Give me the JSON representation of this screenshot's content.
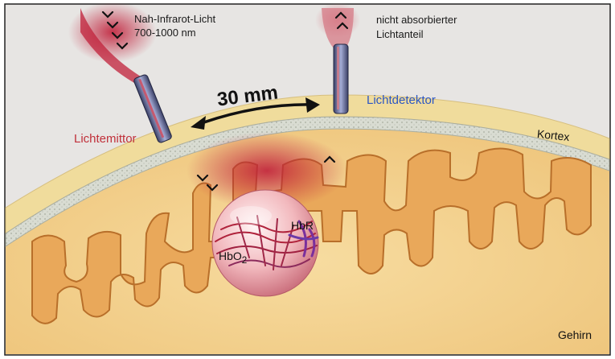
{
  "labels": {
    "nir_line1": "Nah-Infrarot-Licht",
    "nir_line2": "700-1000 nm",
    "nonabs_line1": "nicht absorbierter",
    "nonabs_line2": "Lichtanteil",
    "distance": "30 mm",
    "emitter": "Lichtemittor",
    "detector": "Lichtdetektor",
    "kortex": "Kortex",
    "gehirn": "Gehirn",
    "hbr": "HbR",
    "hbo2_main": "HbO",
    "hbo2_sub": "2"
  },
  "colors": {
    "emitter_label": "#c0303a",
    "detector_label": "#2b56c4",
    "light_red": "#c0203a",
    "scalp": "#f0dc9c",
    "cortex": "#e9a85a",
    "brain": "#f3d190",
    "background": "#e8e6e4"
  }
}
